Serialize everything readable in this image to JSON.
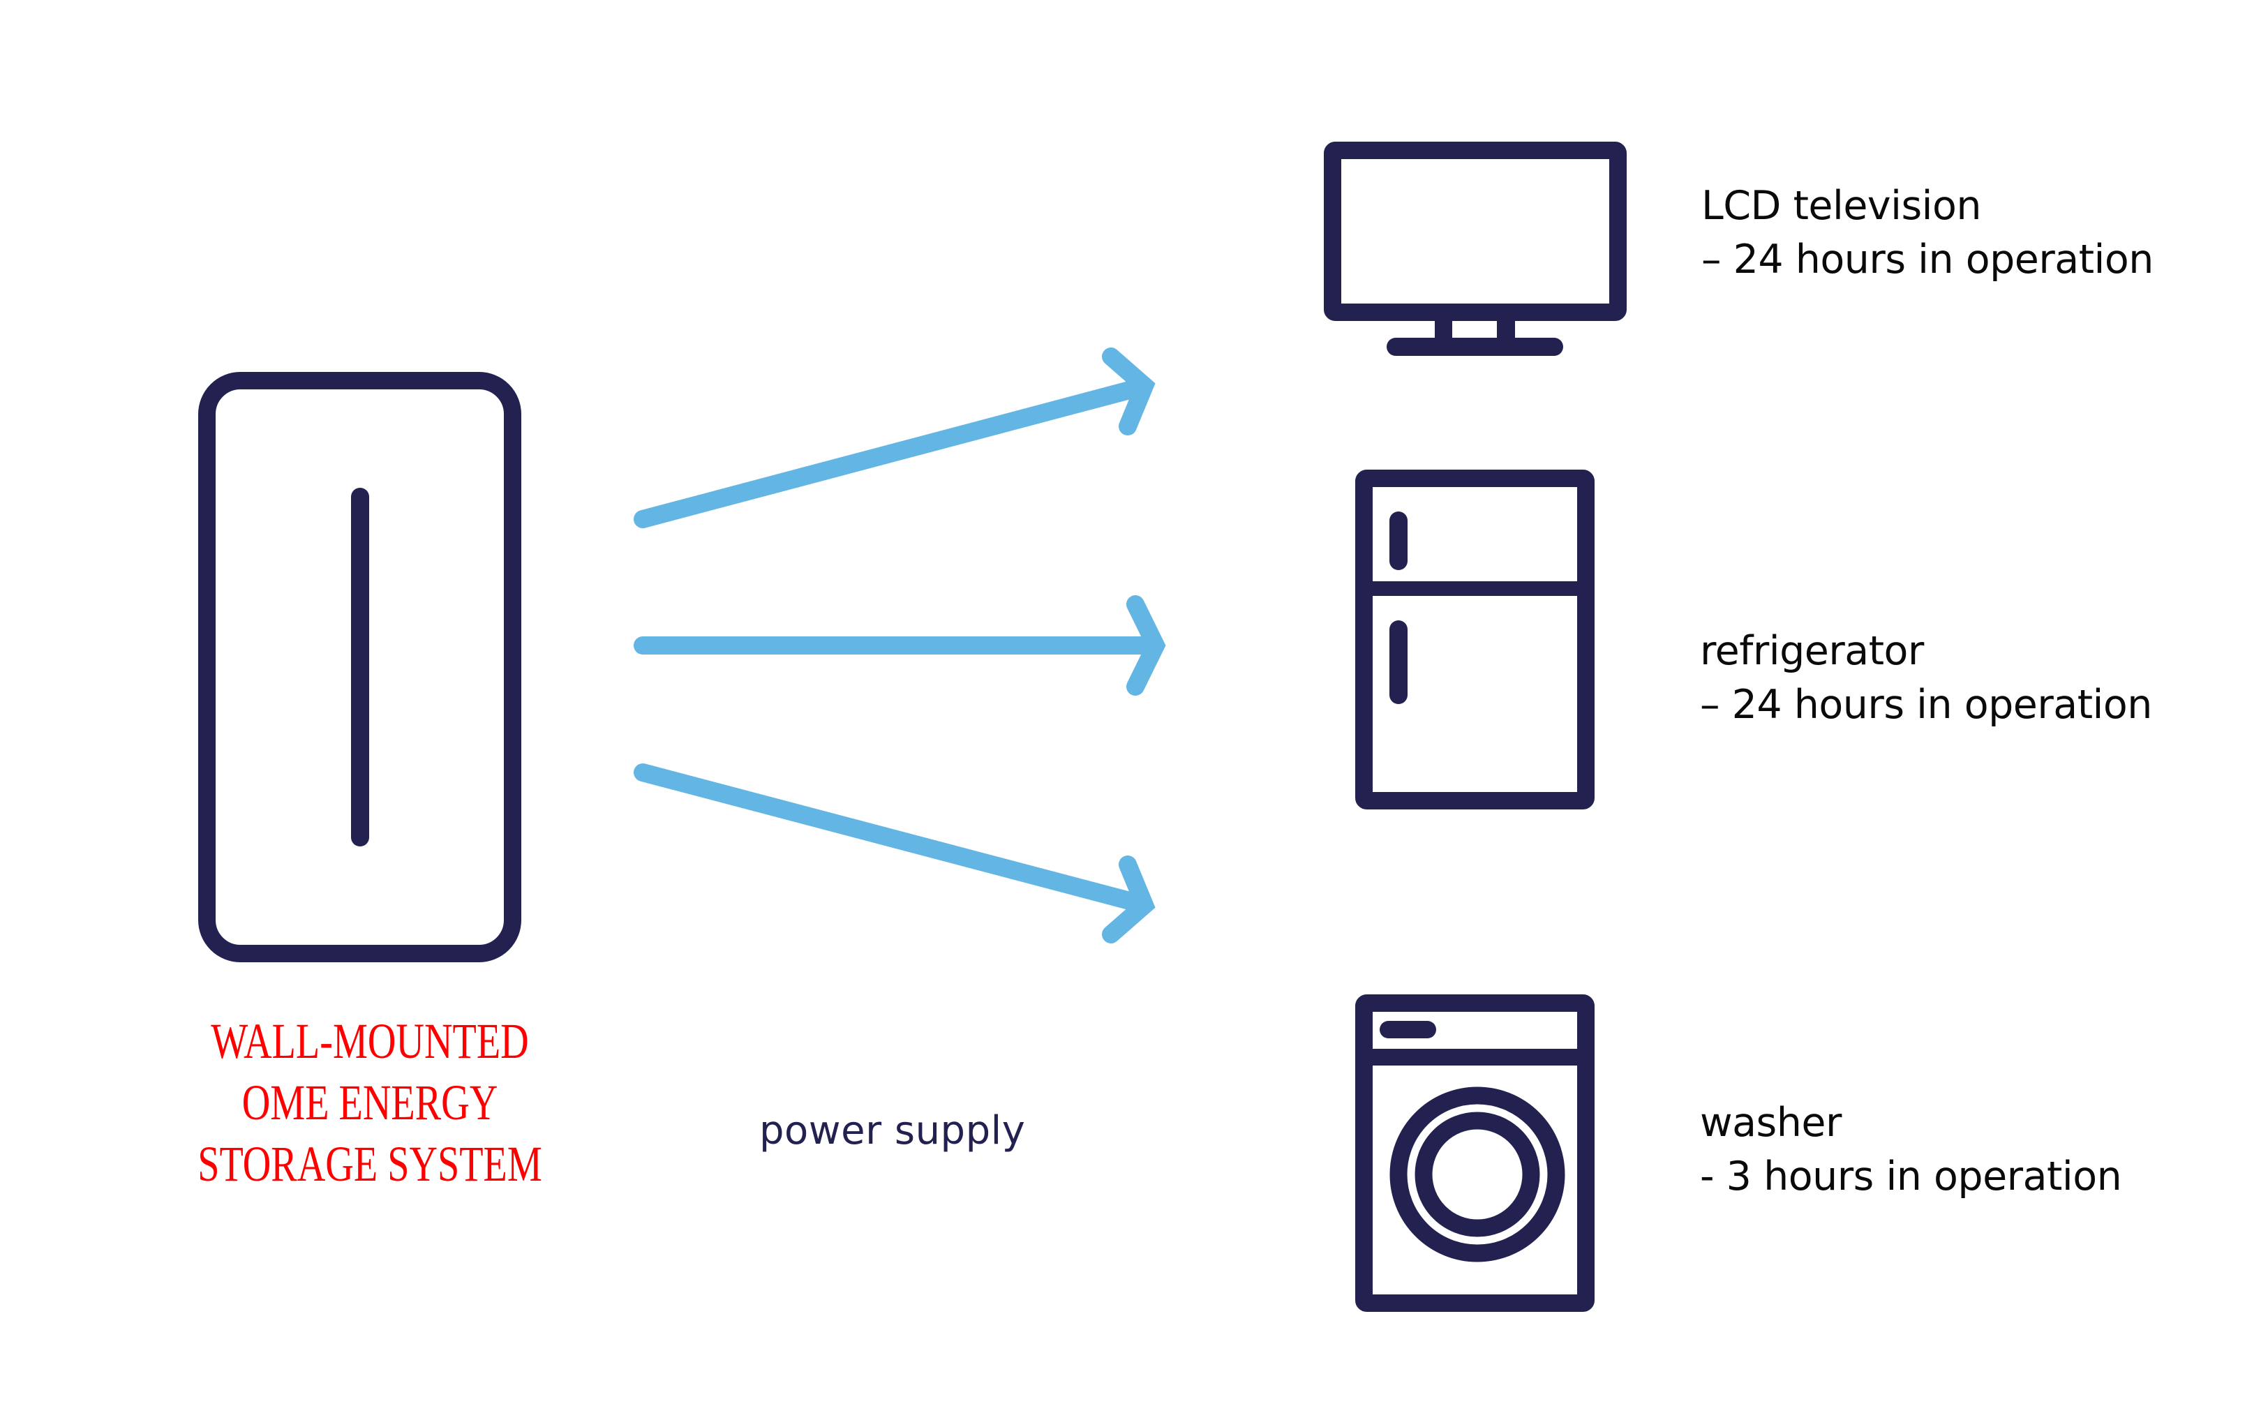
{
  "diagram": {
    "title": "Wall-mounted home energy storage system powering household appliances",
    "colors": {
      "icon": "#222150",
      "arrow": "#63b6e4",
      "storage_label": "#ff0000",
      "label_text": "#0a0a0a"
    },
    "source": {
      "icon": "battery-cabinet-icon",
      "label_lines": [
        "WALL-MOUNTED",
        "OME ENERGY",
        "STORAGE SYSTEM"
      ]
    },
    "connection": {
      "label": "power supply",
      "arrow_count": 3
    },
    "appliances": [
      {
        "name": "LCD television",
        "icon": "tv-icon",
        "detail": "– 24 hours in operation",
        "hours": 24
      },
      {
        "name": "refrigerator",
        "icon": "refrigerator-icon",
        "detail": "– 24 hours in operation",
        "hours": 24
      },
      {
        "name": "washer",
        "icon": "washing-machine-icon",
        "detail": "- 3 hours in operation",
        "hours": 3
      }
    ]
  }
}
